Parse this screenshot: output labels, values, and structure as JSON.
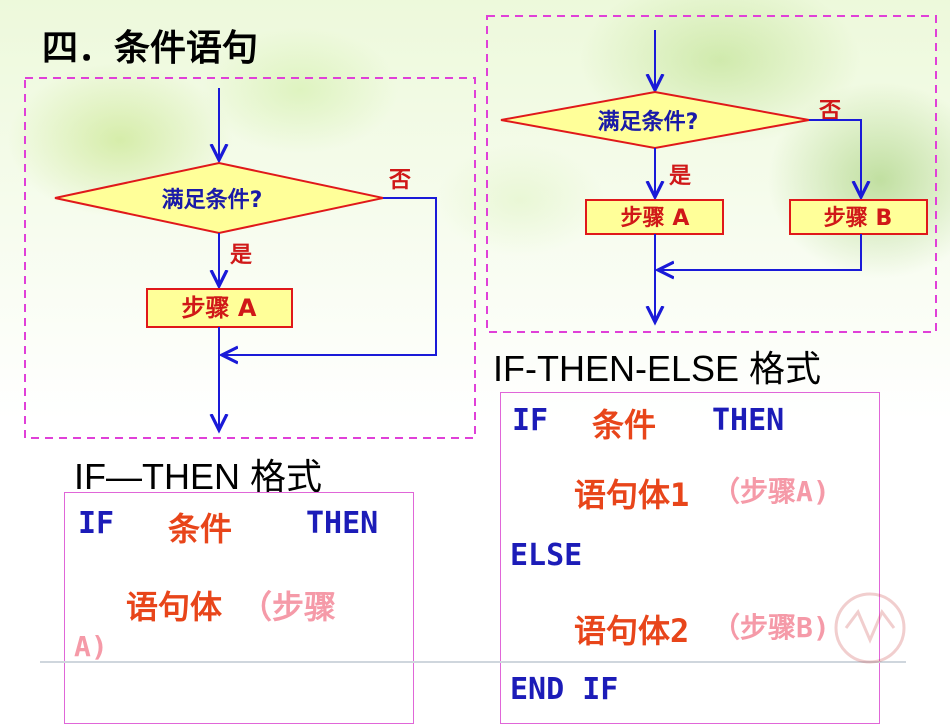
{
  "slide_title": "四．条件语句",
  "left_flow": {
    "decision": "满足条件?",
    "yes": "是",
    "no": "否",
    "step": "步骤 A",
    "format_title": "IF—THEN 格式"
  },
  "right_flow": {
    "decision": "满足条件?",
    "yes": "是",
    "no": "否",
    "step_a": "步骤 A",
    "step_b": "步骤 B",
    "format_title": "IF-THEN-ELSE 格式"
  },
  "left_code": {
    "if": "IF",
    "cond": "条件",
    "then": "THEN",
    "stmt": "语句体",
    "paren": "（步骤",
    "paren_end": "A)"
  },
  "right_code": {
    "if": "IF",
    "cond": "条件",
    "then": "THEN",
    "stmt1": "语句体1",
    "paren1": "（步骤A)",
    "else": "ELSE",
    "stmt2": "语句体2",
    "paren2": "（步骤B)",
    "end": "END IF"
  },
  "colors": {
    "arrow": "#1a1ad8",
    "diamond_fill": "#ffff99",
    "diamond_stroke": "#e0181a",
    "box_fill": "#ffff99",
    "box_stroke": "#e0181a",
    "decision_text": "#1a1aa8",
    "step_text": "#d01818",
    "dash": "#e040d8"
  }
}
